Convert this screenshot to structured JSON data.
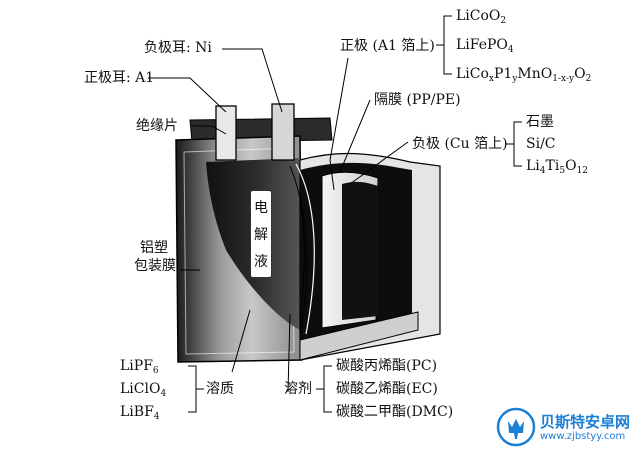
{
  "labels": {
    "neg_tab": "负极耳: Ni",
    "pos_tab": "正极耳: A1",
    "insulator": "绝缘片",
    "pouch_line1": "铝塑",
    "pouch_line2": "包装膜",
    "cathode": "正极 (A1 箔上)",
    "cathode_materials": [
      "LiCoO|2",
      "LiFePO|4",
      "LiCo|x|P1|y|MnO|1-x-y|O|2"
    ],
    "separator": "隔膜 (PP/PE)",
    "anode": "负极 (Cu 箔上)",
    "anode_materials": [
      "石墨",
      "Si/C",
      "Li|4|Ti|5|O|12"
    ],
    "electrolyte": [
      "电",
      "解",
      "液"
    ],
    "solute_salts": [
      "LiPF|6",
      "LiClO|4",
      "LiBF|4"
    ],
    "solute": "溶质",
    "solvent": "溶剂",
    "solvents": [
      "碳酸丙烯酯(PC)",
      "碳酸乙烯酯(EC)",
      "碳酸二甲酯(DMC)"
    ]
  },
  "watermark": {
    "title": "贝斯特安卓网",
    "url": "www.zjbstyy.com",
    "icon": "tulip-logo-icon"
  }
}
